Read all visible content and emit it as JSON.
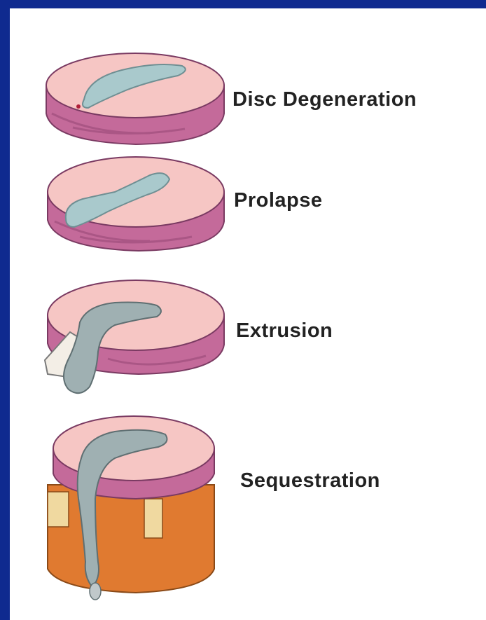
{
  "stages": [
    {
      "label": "Disc Degeneration",
      "icon": "disc-degeneration-illustration"
    },
    {
      "label": "Prolapse",
      "icon": "disc-prolapse-illustration"
    },
    {
      "label": "Extrusion",
      "icon": "disc-extrusion-illustration"
    },
    {
      "label": "Sequestration",
      "icon": "disc-sequestration-illustration"
    }
  ],
  "colors": {
    "border": "#0f2a8f",
    "disc_top": "#f6c6c4",
    "disc_side": "#c46a9a",
    "nucleus": "#a9c9cc",
    "vertebra": "#e07a30"
  }
}
